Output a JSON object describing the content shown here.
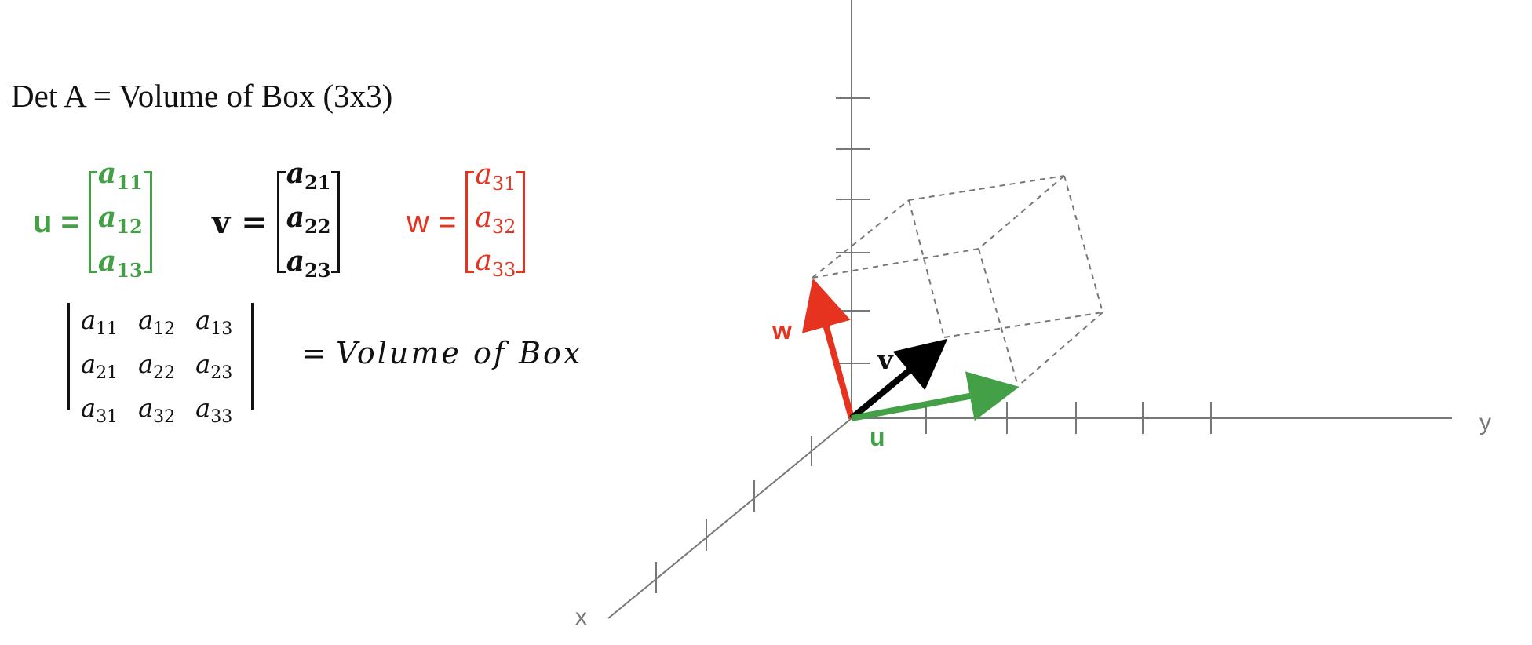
{
  "title": "Det A = Volume of Box (3x3)",
  "vectors": {
    "u": {
      "label": "u",
      "entries": [
        {
          "base": "a",
          "sub": "11"
        },
        {
          "base": "a",
          "sub": "12"
        },
        {
          "base": "a",
          "sub": "13"
        }
      ],
      "color": "#43a047"
    },
    "v": {
      "label": "v",
      "entries": [
        {
          "base": "a",
          "sub": "21"
        },
        {
          "base": "a",
          "sub": "22"
        },
        {
          "base": "a",
          "sub": "23"
        }
      ],
      "color": "#111111"
    },
    "w": {
      "label": "w",
      "entries": [
        {
          "base": "a",
          "sub": "31"
        },
        {
          "base": "a",
          "sub": "32"
        },
        {
          "base": "a",
          "sub": "33"
        }
      ],
      "color": "#e53320"
    }
  },
  "equals": "=",
  "determinant": {
    "rows": [
      [
        {
          "base": "a",
          "sub": "11"
        },
        {
          "base": "a",
          "sub": "12"
        },
        {
          "base": "a",
          "sub": "13"
        }
      ],
      [
        {
          "base": "a",
          "sub": "21"
        },
        {
          "base": "a",
          "sub": "22"
        },
        {
          "base": "a",
          "sub": "23"
        }
      ],
      [
        {
          "base": "a",
          "sub": "31"
        },
        {
          "base": "a",
          "sub": "32"
        },
        {
          "base": "a",
          "sub": "33"
        }
      ]
    ],
    "equals": "=",
    "result": "Volume of Box"
  },
  "diagram": {
    "axis_labels": {
      "x": "x",
      "y": "y"
    },
    "vector_labels": {
      "u": "u",
      "v": "v",
      "w": "w"
    },
    "colors": {
      "axis": "#777777",
      "box": "#777777",
      "u": "#43a047",
      "v": "#000000",
      "w": "#e53320"
    }
  }
}
